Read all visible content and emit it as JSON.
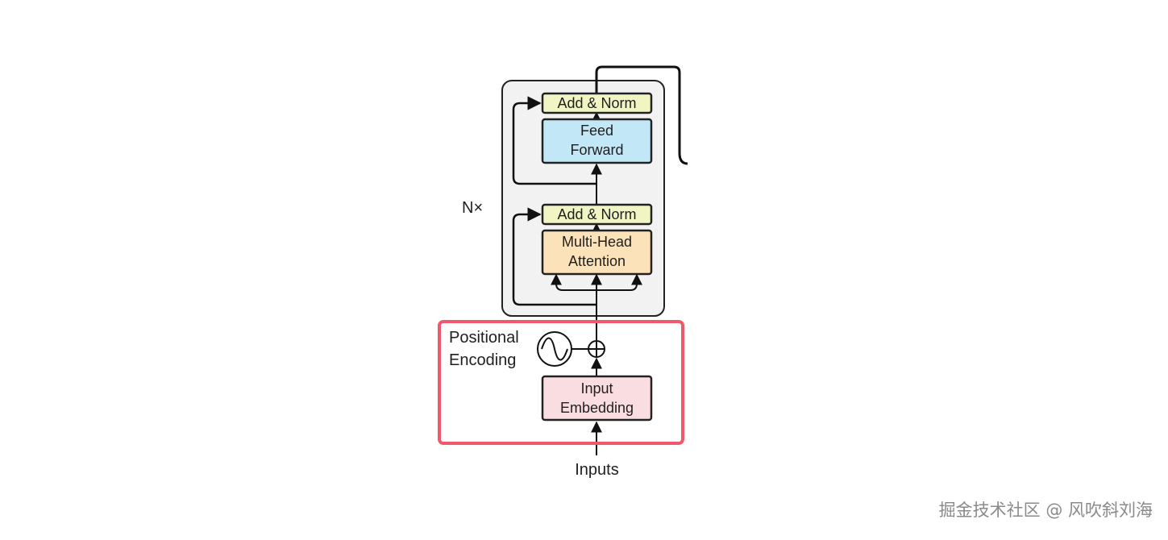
{
  "diagram": {
    "repeat_label": "N×",
    "blocks": {
      "add_norm_top": "Add & Norm",
      "feed_forward": [
        "Feed",
        "Forward"
      ],
      "add_norm_bottom": "Add & Norm",
      "multi_head_attention": [
        "Multi-Head",
        "Attention"
      ],
      "input_embedding": [
        "Input",
        "Embedding"
      ]
    },
    "positional_encoding": [
      "Positional",
      "Encoding"
    ],
    "inputs_label": "Inputs",
    "colors": {
      "add_norm": "#f1f5c4",
      "feed_forward": "#c2e7f6",
      "attention": "#fbe2b8",
      "embedding": "#fadde0",
      "encoder_stack": "#f2f2f2",
      "highlight": "#f2586c"
    }
  },
  "watermark": "掘金技术社区 @ 风吹斜刘海"
}
